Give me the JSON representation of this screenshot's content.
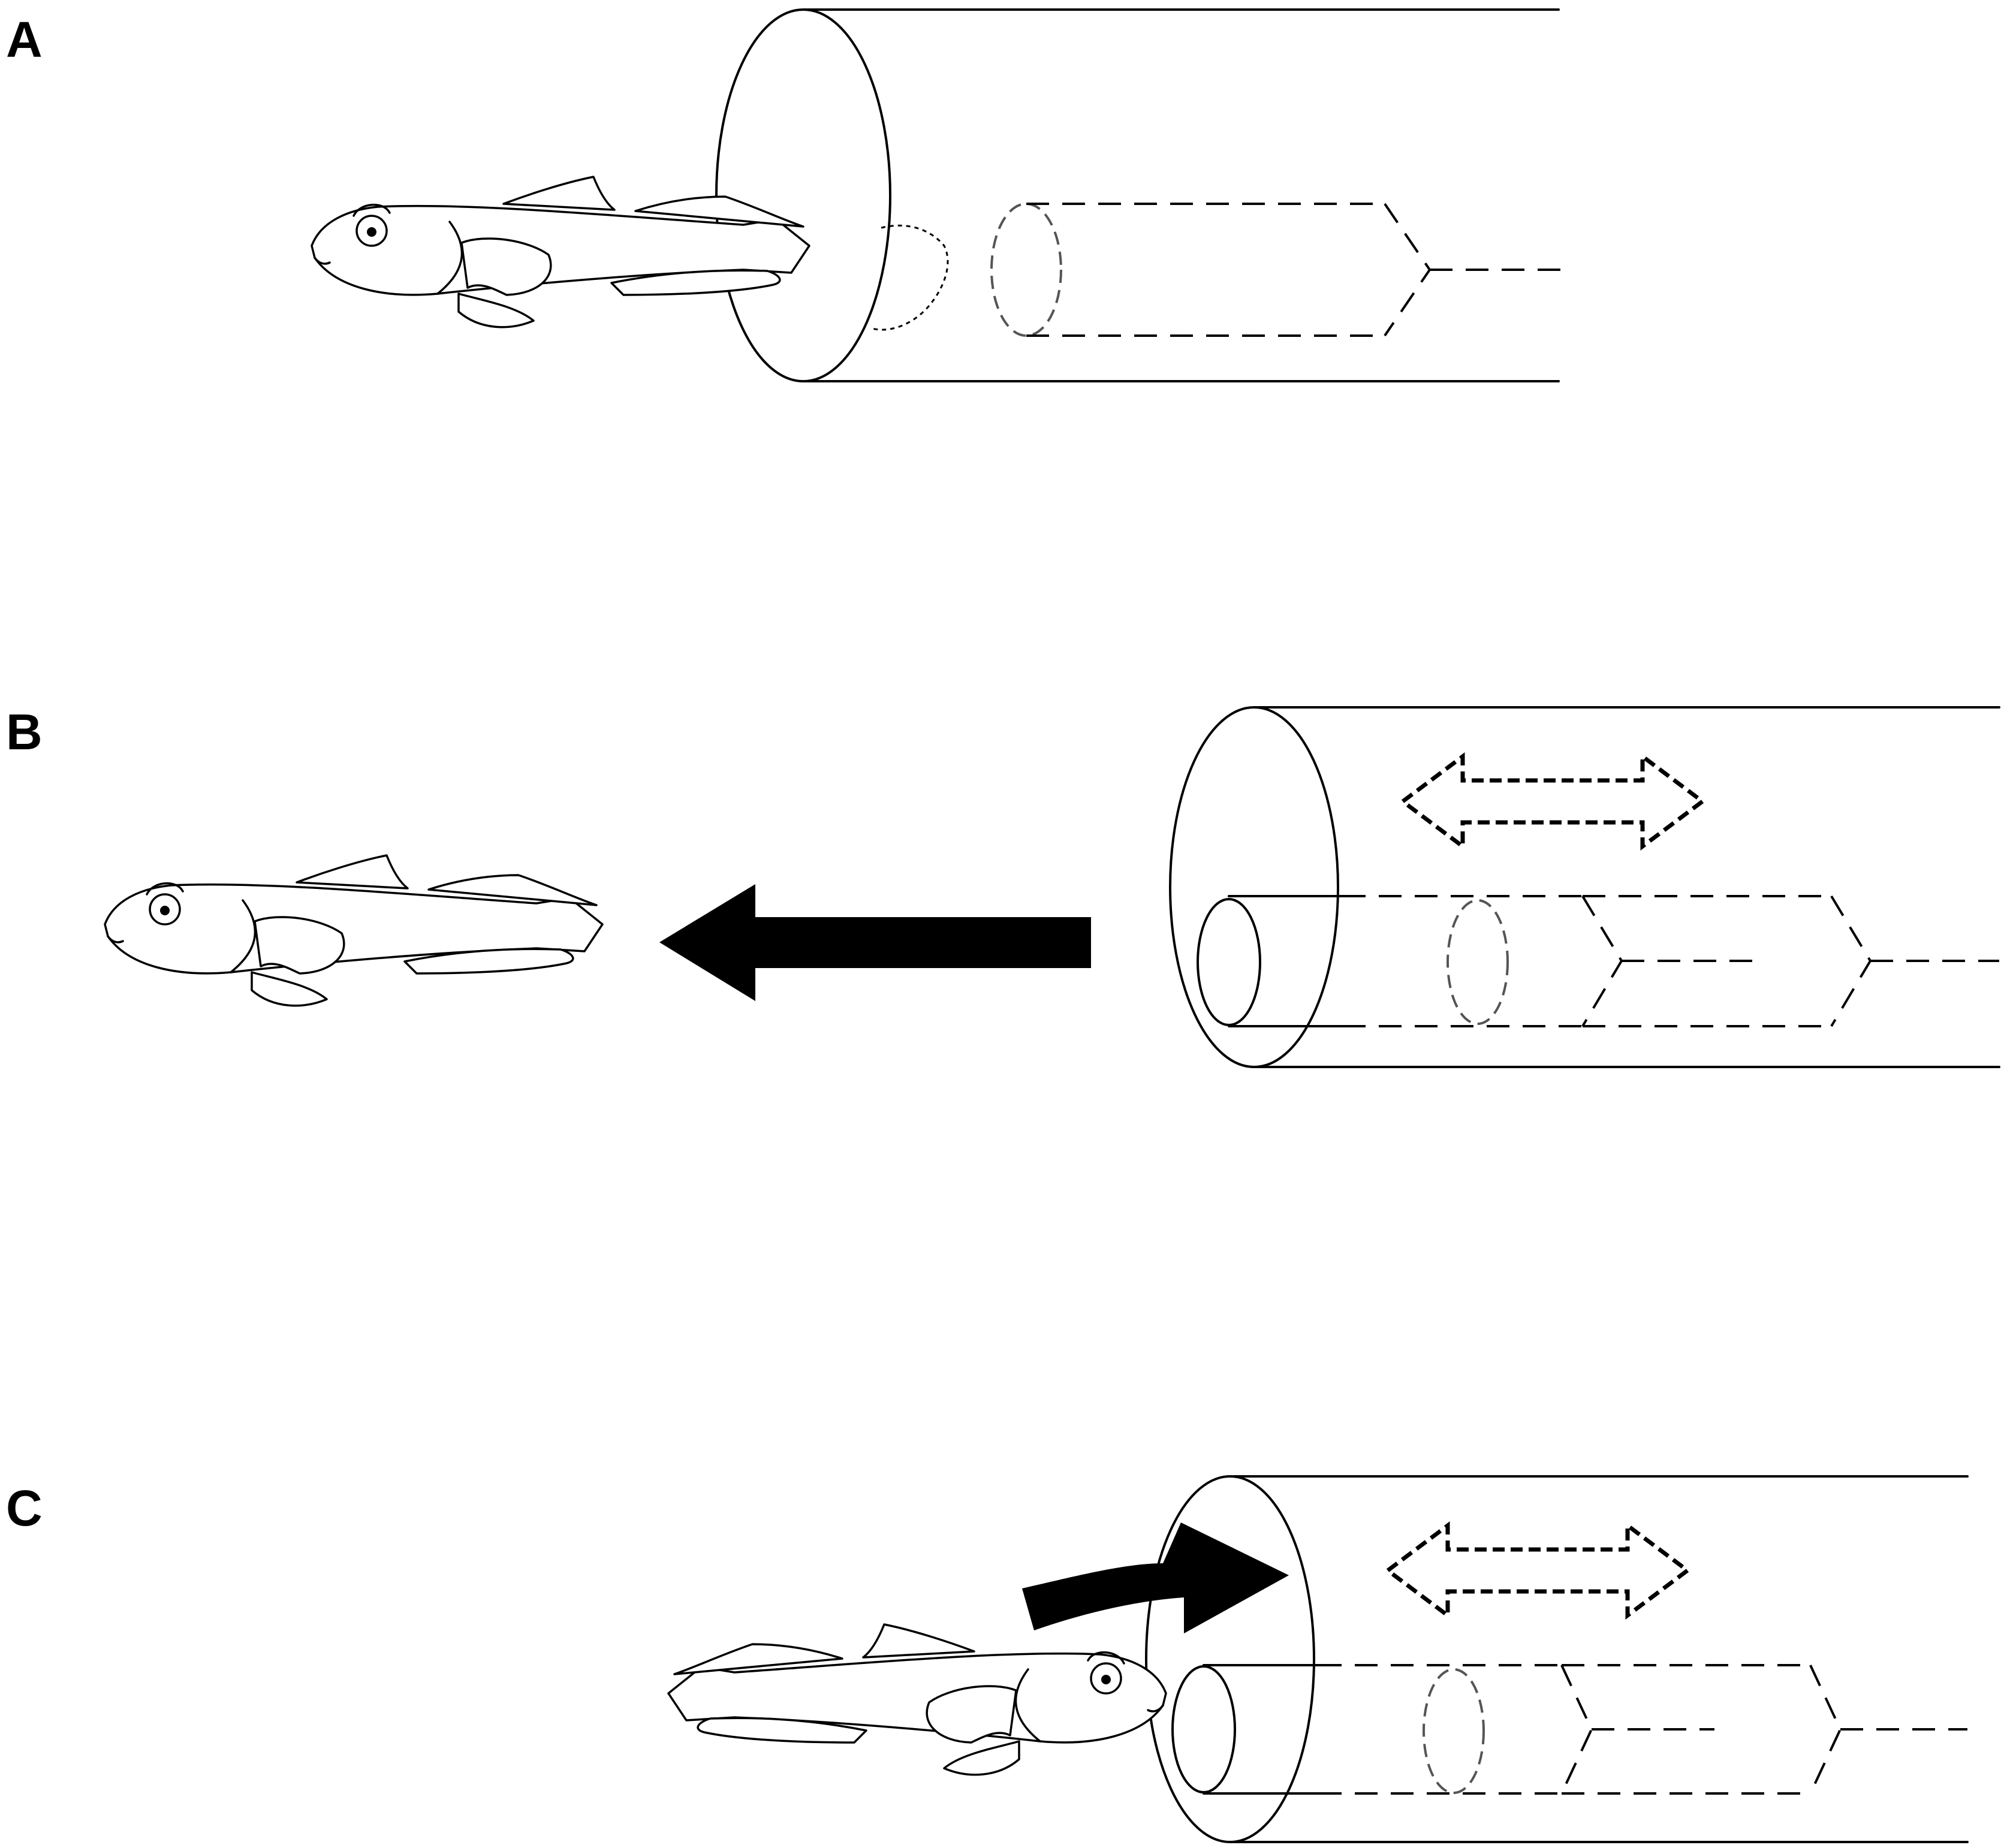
{
  "panels": [
    {
      "id": "A",
      "label": "A"
    },
    {
      "id": "B",
      "label": "B"
    },
    {
      "id": "C",
      "label": "C"
    }
  ],
  "colors": {
    "stroke": "#000000",
    "background": "#ffffff"
  }
}
